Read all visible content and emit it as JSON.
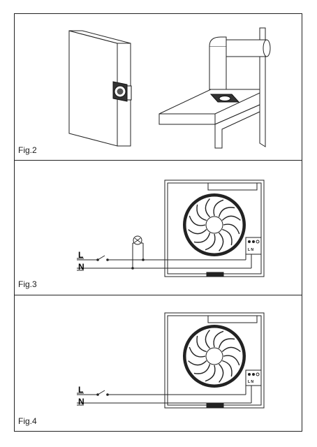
{
  "figures": [
    {
      "label": "Fig.2"
    },
    {
      "label": "Fig.3",
      "wire_labels": {
        "live": "L",
        "neutral": "N"
      },
      "terminal_labels": "L N"
    },
    {
      "label": "Fig.4",
      "wire_labels": {
        "live": "L",
        "neutral": "N"
      },
      "terminal_labels": "L N"
    }
  ]
}
